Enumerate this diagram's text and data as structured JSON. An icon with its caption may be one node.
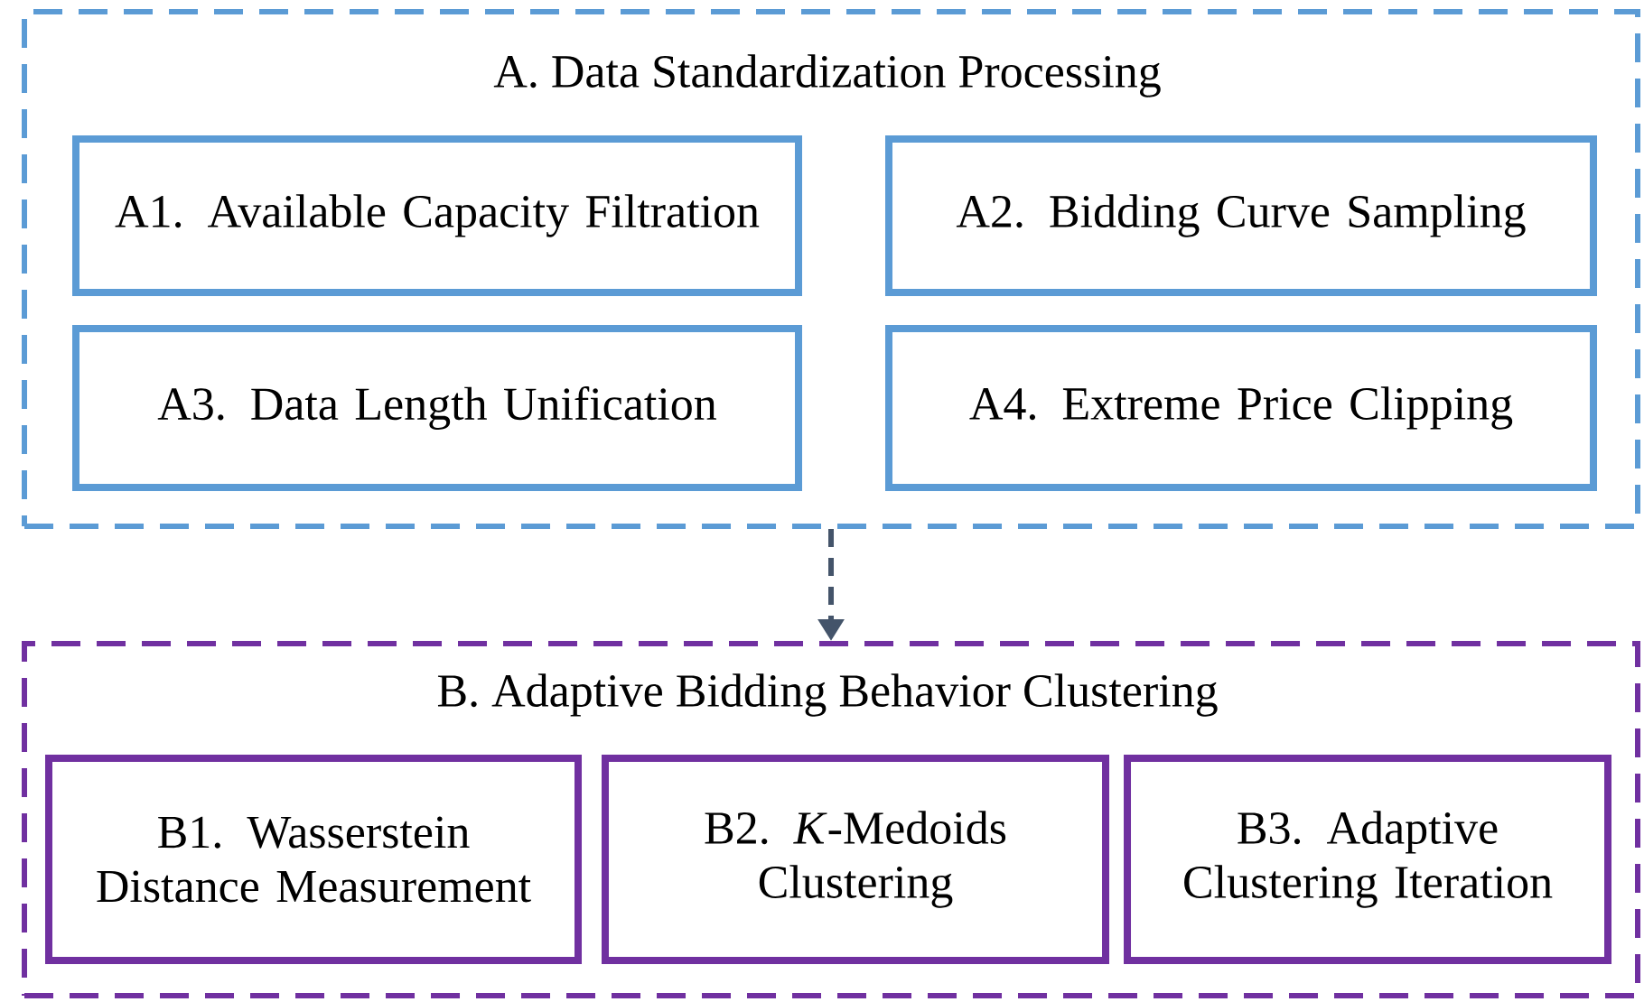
{
  "diagram": {
    "nodes": [
      {
        "text": [
          "A. Data Standardization Processing"
        ]
      },
      {
        "text": [
          "A1. Available Capacity Filtration"
        ],
        "in": 0
      },
      {
        "text": [
          "A2. Bidding Curve Sampling"
        ],
        "in": 0
      },
      {
        "text": [
          "A3. Data Length Unification"
        ],
        "in": 0
      },
      {
        "text": [
          "A4. Extreme Price Clipping"
        ],
        "in": 0
      },
      {
        "text": [
          "B. Adaptive Bidding Behavior Clustering"
        ]
      },
      {
        "text": [
          "B1. Wasserstein Distance Measurement"
        ],
        "in": 5
      },
      {
        "text": [
          "B2. *K*-Medoids Clustering"
        ],
        "in": 5
      },
      {
        "text": [
          "B3. Adaptive Clustering Iteration"
        ],
        "in": 5
      }
    ],
    "edges": [
      {
        "from": 0,
        "to": 5,
        "arrow": "to",
        "style": "dashed"
      }
    ]
  }
}
